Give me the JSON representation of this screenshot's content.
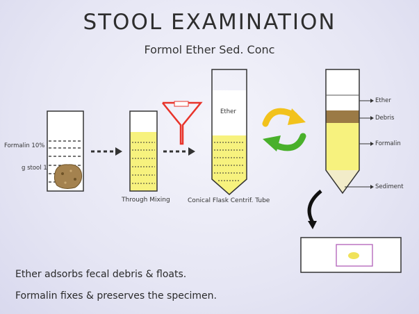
{
  "header": {
    "title": "STOOL EXAMINATION",
    "subtitle": "Formol Ether Sed. Conc"
  },
  "step1": {
    "label_formalin": "Formalin 10%",
    "label_stool": "g stool 1"
  },
  "step2": {
    "caption": "Through Mixing"
  },
  "step3": {
    "caption": "Conical Flask Centrif. Tube",
    "layer_label": "Ether"
  },
  "result": {
    "labels": {
      "ether": "Ether",
      "debris": "Debris",
      "formalin": "Formalin",
      "sediment": "Sediment"
    }
  },
  "notes": [
    "Ether adsorbs fecal debris & floats.",
    "Formalin fixes & preserves the specimen."
  ],
  "colors": {
    "liquid_yellow": "#f7f27e",
    "debris_brown": "#9b7a45",
    "stool_brown": "#a4824f",
    "funnel_red": "#e8342b",
    "arrow_yellow": "#f2c21c",
    "arrow_green": "#49b02b",
    "slide_spot": "#f0e25a"
  },
  "icons": [
    "funnel-icon",
    "cycle-arrows-icon",
    "curved-arrow-icon",
    "dashed-arrow-icon"
  ]
}
